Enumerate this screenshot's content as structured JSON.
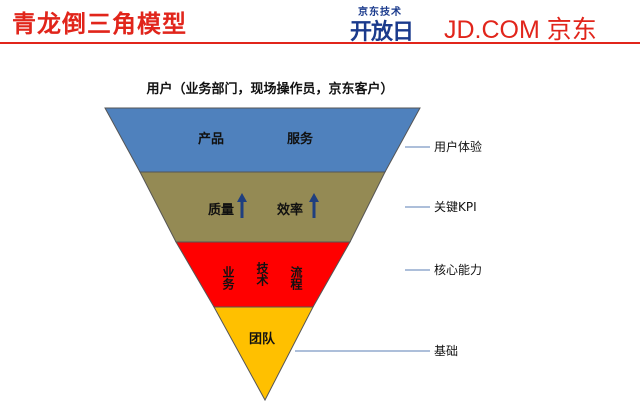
{
  "header": {
    "title": "青龙倒三角模型",
    "logo_sub": "京东技术",
    "logo_mark": "开放日",
    "logo_text": "JD.COM 京东"
  },
  "diagram": {
    "top_label": "用户（业务部门，现场操作员，京东客户）",
    "layers": [
      {
        "id": "service",
        "color": "#4f81bd",
        "labels": [
          "产品",
          "服务"
        ],
        "side": "用户体验"
      },
      {
        "id": "kpi",
        "color": "#948a54",
        "labels": [
          "质量",
          "效率"
        ],
        "side": "关键KPI"
      },
      {
        "id": "core",
        "color": "#ff0000",
        "labels": [
          "业务",
          "技术",
          "流程"
        ],
        "side": "核心能力"
      },
      {
        "id": "base",
        "color": "#ffc000",
        "labels": [
          "团队"
        ],
        "side": "基础"
      }
    ]
  }
}
